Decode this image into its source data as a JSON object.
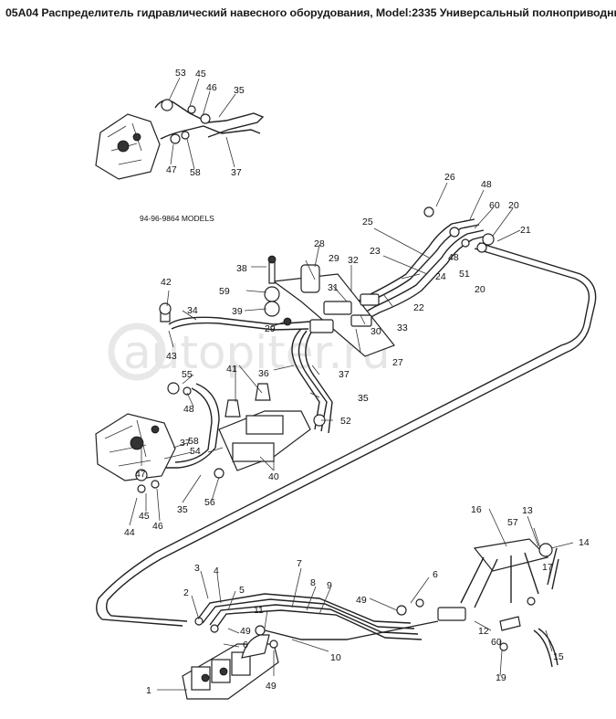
{
  "header": {
    "title": "05A04 Распределитель гидравлический навесного оборудования, Model:2335 Универсальный полноприводный тракт"
  },
  "diagram": {
    "models_note": "94-96-9864 MODELS",
    "watermark": "autopiter.ru",
    "callouts": [
      {
        "id": "c53",
        "text": "53"
      },
      {
        "id": "c45a",
        "text": "45"
      },
      {
        "id": "c46a",
        "text": "46"
      },
      {
        "id": "c35a",
        "text": "35"
      },
      {
        "id": "c47a",
        "text": "47"
      },
      {
        "id": "c58a",
        "text": "58"
      },
      {
        "id": "c37a",
        "text": "37"
      },
      {
        "id": "c26",
        "text": "26"
      },
      {
        "id": "c48a",
        "text": "48"
      },
      {
        "id": "c60a",
        "text": "60"
      },
      {
        "id": "c20a",
        "text": "20"
      },
      {
        "id": "c21",
        "text": "21"
      },
      {
        "id": "c25",
        "text": "25"
      },
      {
        "id": "c48b",
        "text": "48"
      },
      {
        "id": "c51",
        "text": "51"
      },
      {
        "id": "c20b",
        "text": "20"
      },
      {
        "id": "c28",
        "text": "28"
      },
      {
        "id": "c23",
        "text": "23"
      },
      {
        "id": "c24",
        "text": "24"
      },
      {
        "id": "c38",
        "text": "38"
      },
      {
        "id": "c29a",
        "text": "29"
      },
      {
        "id": "c32",
        "text": "32"
      },
      {
        "id": "c42",
        "text": "42"
      },
      {
        "id": "c59",
        "text": "59"
      },
      {
        "id": "c31",
        "text": "31"
      },
      {
        "id": "c30a",
        "text": "30"
      },
      {
        "id": "c22",
        "text": "22"
      },
      {
        "id": "c34",
        "text": "34"
      },
      {
        "id": "c39",
        "text": "39"
      },
      {
        "id": "c33",
        "text": "33"
      },
      {
        "id": "c29b",
        "text": "29"
      },
      {
        "id": "c30b",
        "text": "30"
      },
      {
        "id": "c43",
        "text": "43"
      },
      {
        "id": "c27",
        "text": "27"
      },
      {
        "id": "c55",
        "text": "55"
      },
      {
        "id": "c41",
        "text": "41"
      },
      {
        "id": "c36",
        "text": "36"
      },
      {
        "id": "c37b",
        "text": "37"
      },
      {
        "id": "c48c",
        "text": "48"
      },
      {
        "id": "c35b",
        "text": "35"
      },
      {
        "id": "c52",
        "text": "52"
      },
      {
        "id": "c58b",
        "text": "58"
      },
      {
        "id": "c37c",
        "text": "37"
      },
      {
        "id": "c54",
        "text": "54"
      },
      {
        "id": "c47b",
        "text": "47"
      },
      {
        "id": "c40",
        "text": "40"
      },
      {
        "id": "c35c",
        "text": "35"
      },
      {
        "id": "c56",
        "text": "56"
      },
      {
        "id": "c45b",
        "text": "45"
      },
      {
        "id": "c46b",
        "text": "46"
      },
      {
        "id": "c44",
        "text": "44"
      },
      {
        "id": "c16",
        "text": "16"
      },
      {
        "id": "c13",
        "text": "13"
      },
      {
        "id": "c57",
        "text": "57"
      },
      {
        "id": "c14",
        "text": "14"
      },
      {
        "id": "c3",
        "text": "3"
      },
      {
        "id": "c4",
        "text": "4"
      },
      {
        "id": "c7",
        "text": "7"
      },
      {
        "id": "c17",
        "text": "17"
      },
      {
        "id": "c6a",
        "text": "6"
      },
      {
        "id": "c8",
        "text": "8"
      },
      {
        "id": "c9",
        "text": "9"
      },
      {
        "id": "c2",
        "text": "2"
      },
      {
        "id": "c5",
        "text": "5"
      },
      {
        "id": "c49a",
        "text": "49"
      },
      {
        "id": "c11",
        "text": "11"
      },
      {
        "id": "c12",
        "text": "12"
      },
      {
        "id": "c49b",
        "text": "49"
      },
      {
        "id": "c60b",
        "text": "60"
      },
      {
        "id": "c6b",
        "text": "6"
      },
      {
        "id": "c10",
        "text": "10"
      },
      {
        "id": "c15",
        "text": "15"
      },
      {
        "id": "c19",
        "text": "19"
      },
      {
        "id": "c1",
        "text": "1"
      },
      {
        "id": "c49c",
        "text": "49"
      }
    ]
  }
}
